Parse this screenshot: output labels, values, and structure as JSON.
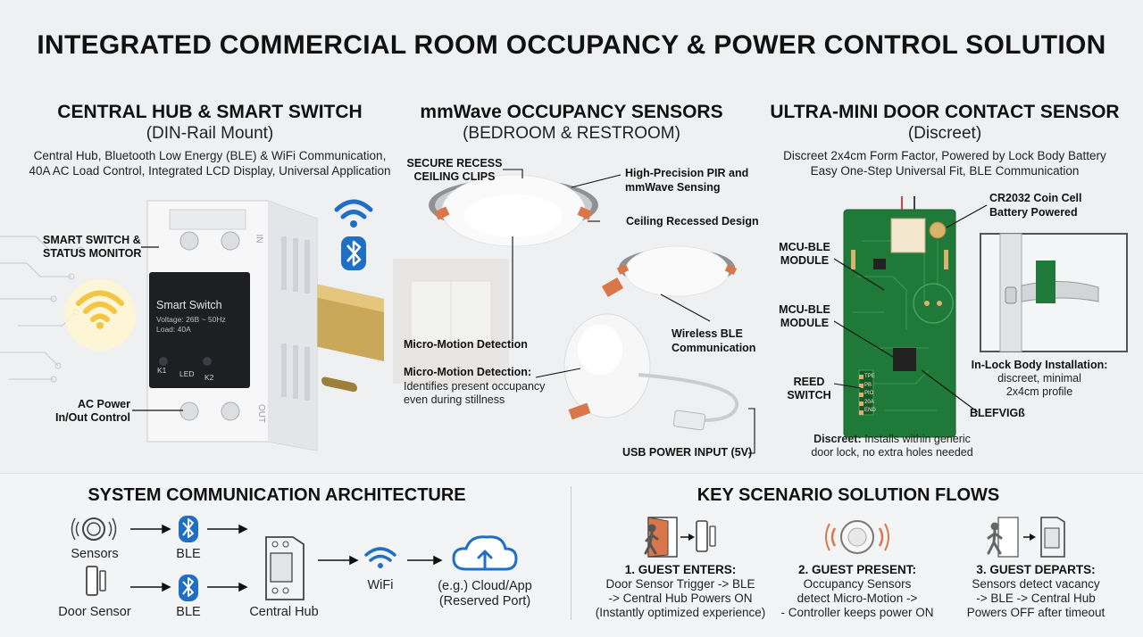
{
  "title": "INTEGRATED COMMERCIAL ROOM OCCUPANCY & POWER CONTROL SOLUTION",
  "hub": {
    "title": "CENTRAL HUB & SMART SWITCH",
    "subtitle": "(DIN-Rail Mount)",
    "desc_1": "Central Hub, Bluetooth Low Energy (BLE) & WiFi Communication,",
    "desc_2": "40A AC Load Control, Integrated LCD Display, Universal Application",
    "label_switch_1": "SMART SWITCH &",
    "label_switch_2": "STATUS MONITOR",
    "label_power_1": "AC Power",
    "label_power_2": "In/Out Control",
    "device_name": "Smart Switch",
    "device_voltage": "Voltage: 26В ~ 50Hz",
    "device_load": "Load:   40A",
    "btn_k1": "K1",
    "btn_led": "LED",
    "btn_k2": "K2",
    "terminal_in": "IN",
    "terminal_out": "OUT"
  },
  "mmwave": {
    "title": "mmWave OCCUPANCY SENSORS",
    "subtitle": "(BEDROOM & RESTROOM)",
    "label_clips_1": "SECURE RECESS",
    "label_clips_2": "CEILING CLIPS",
    "label_pir_1": "High-Precision PIR and",
    "label_pir_2": "mmWave Sensing",
    "label_recessed": "Ceiling Recessed Design",
    "label_micro": "Micro-Motion Detection",
    "label_wireless_1": "Wireless BLE",
    "label_wireless_2": "Communication",
    "label_micro2_head": "Micro-Motion Detection:",
    "label_micro2_1": "Identifies present occupancy",
    "label_micro2_2": "even during stillness",
    "label_usb": "USB POWER INPUT (5V)"
  },
  "door": {
    "title": "ULTRA-MINI DOOR CONTACT SENSOR",
    "subtitle": "(Discreet)",
    "desc_1": "Discreet 2x4cm Form Factor, Powered by Lock Body Battery",
    "desc_2": "Easy One-Step Universal Fit, BLE Communication",
    "label_coin_1": "CR2032 Coin Cell",
    "label_coin_2": "Battery Powered",
    "label_mcu1_1": "MCU-BLE",
    "label_mcu1_2": "MODULE",
    "label_mcu2_1": "MCU-BLE",
    "label_mcu2_2": "MODULE",
    "label_reed_1": "REED",
    "label_reed_2": "SWITCH",
    "label_blef": "BLEFVIGß",
    "label_lock_head": "In-Lock Body Installation:",
    "label_lock_1": "discreet, minimal",
    "label_lock_2": "2x4cm profile",
    "label_discreet_head": "Discreet:",
    "label_discreet_1": " Installs within generic",
    "label_discreet_2": "door lock, no extra holes needed",
    "pcb_pins": [
      "TPE",
      "PB",
      "PIO",
      "20A",
      "END"
    ]
  },
  "architecture": {
    "title": "SYSTEM COMMUNICATION ARCHITECTURE",
    "sensors": "Sensors",
    "ble_1": "BLE",
    "door_sensor": "Door Sensor",
    "ble_2": "BLE",
    "central_hub": "Central Hub",
    "wifi": "WiFi",
    "cloud_1": "(e.g.) Cloud/App",
    "cloud_2": "(Reserved Port)"
  },
  "flows": {
    "title": "KEY SCENARIO SOLUTION FLOWS",
    "items": [
      {
        "head": "1. GUEST ENTERS:",
        "l1": "Door Sensor Trigger -> BLE",
        "l2": "-> Central Hub Powers ON",
        "l3": "(Instantly optimized experience)"
      },
      {
        "head": "2. GUEST PRESENT:",
        "l1": "Occupancy Sensors",
        "l2": "detect Micro-Motion ->",
        "l3": "- Controller keeps power ON"
      },
      {
        "head": "3. GUEST DEPARTS:",
        "l1": "Sensors detect vacancy",
        "l2": "-> BLE -> Central Hub",
        "l3": "Powers OFF after timeout"
      }
    ]
  },
  "colors": {
    "accent_blue": "#1f6fc5",
    "pcb_green": "#1f7a3a",
    "copper": "#d9774a",
    "wifi_glow": "#f4c542"
  }
}
